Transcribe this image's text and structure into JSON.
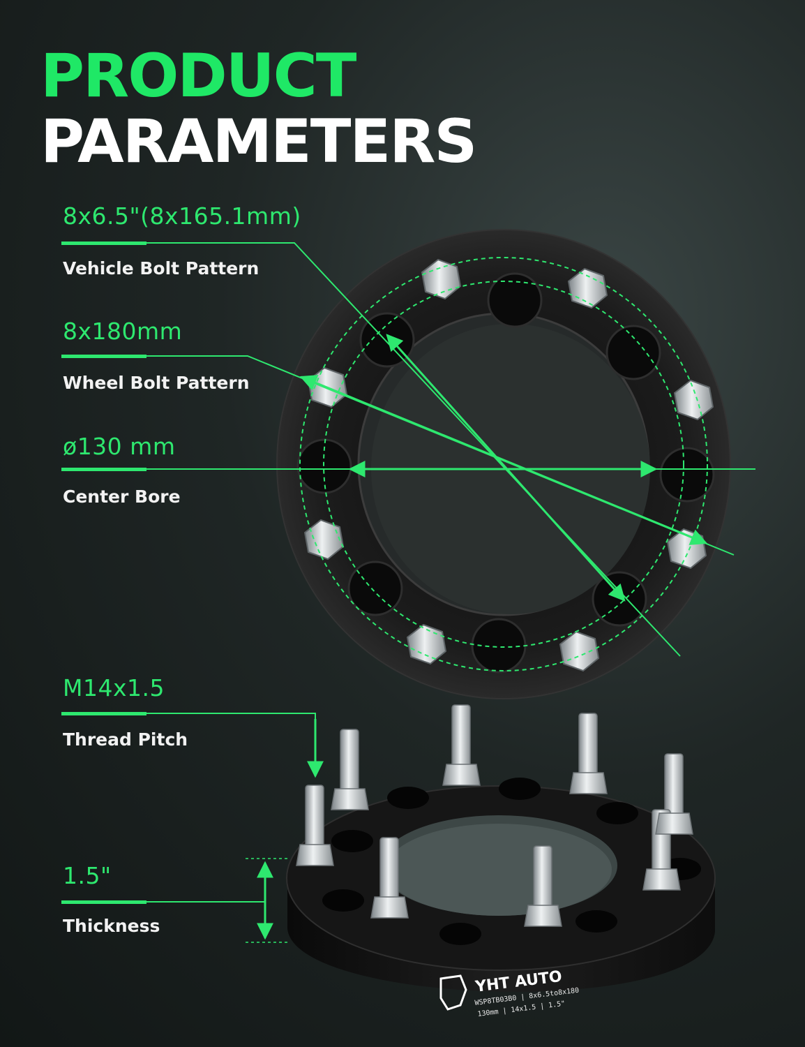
{
  "title": {
    "line1": "PRODUCT",
    "line2": "PARAMETERS"
  },
  "parameters": [
    {
      "value": "8x6.5\"(8x165.1mm)",
      "label": "Vehicle Bolt Pattern"
    },
    {
      "value": "8x180mm",
      "label": "Wheel Bolt Pattern"
    },
    {
      "value": "ø130 mm",
      "label": "Center Bore"
    },
    {
      "value": "M14x1.5",
      "label": "Thread Pitch"
    },
    {
      "value": "1.5\"",
      "label": "Thickness"
    }
  ],
  "brand": {
    "name": "YHT AUTO",
    "model_line": "WSP8TB03B0 | 8x6.5to8x180",
    "spec_line": "130mm | 14x1.5 | 1.5\""
  },
  "colors": {
    "accent": "#2ee86f",
    "title_green": "#1fe866",
    "spacer": "#1a1a1a",
    "stud": "#c9cfd2"
  },
  "icons": [
    "lion-logo-icon",
    "dimension-arrow-icon"
  ]
}
